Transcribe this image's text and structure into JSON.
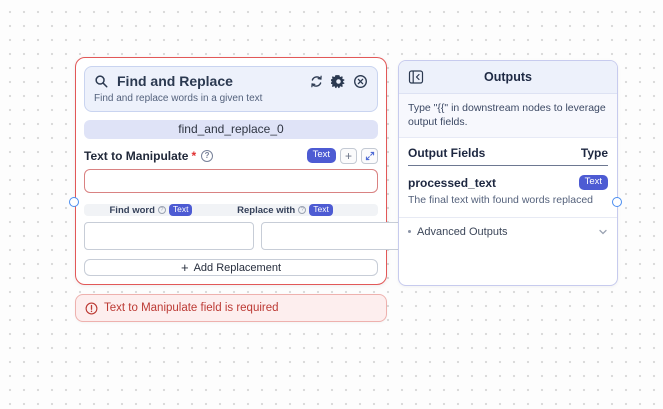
{
  "node": {
    "title": "Find and Replace",
    "subtitle": "Find and replace words in a given text",
    "id_pill": "find_and_replace_0",
    "header_icons": [
      "refresh-icon",
      "gear-icon",
      "close-circle-icon"
    ],
    "text_field": {
      "label": "Text to Manipulate",
      "required_marker": "*",
      "type_badge": "Text",
      "plus_label": "+",
      "value": ""
    },
    "replacements": {
      "find_header": "Find word",
      "replace_header": "Replace with",
      "type_badge": "Text",
      "rows": [
        {
          "find": "",
          "replace": ""
        }
      ],
      "add_plus": "+",
      "add_label": "Add Replacement"
    }
  },
  "error_banner": {
    "message": "Text to Manipulate field is required"
  },
  "outputs_panel": {
    "title": "Outputs",
    "hint": "Type \"{{\" in downstream nodes to leverage output fields.",
    "columns": {
      "fields": "Output Fields",
      "type": "Type"
    },
    "fields": [
      {
        "name": "processed_text",
        "type": "Text",
        "description": "The final text with found words replaced"
      }
    ],
    "advanced_label": "Advanced Outputs"
  },
  "colors": {
    "accent_indigo": "#4d5bd3",
    "node_error_border": "#e25858",
    "error_text": "#bc3a34",
    "error_bg": "#fdeeee",
    "port_blue": "#4a8df0",
    "header_bg": "#edf1fb",
    "pill_bg": "#dfe3f7"
  }
}
